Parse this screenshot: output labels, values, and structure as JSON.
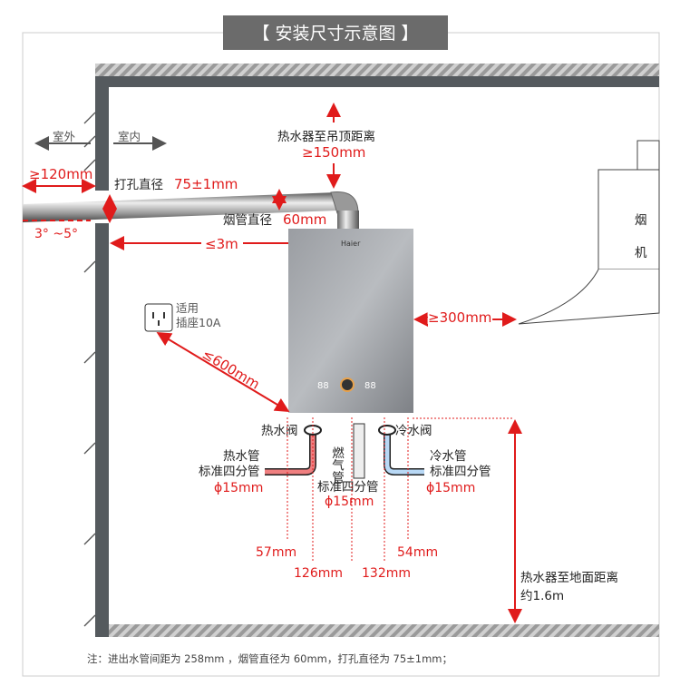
{
  "title": "【 安装尺寸示意图 】",
  "labels": {
    "outdoor": "室外",
    "indoor": "室内",
    "outside_min": "≥120mm",
    "hole_label": "打孔直径",
    "hole_value": "75±1mm",
    "slope": "3° ~5°",
    "ceiling_label": "热水器至吊顶距离",
    "ceiling_value": "≥150mm",
    "flue_label": "烟管直径",
    "flue_value": "60mm",
    "pipe_length": "≤3m",
    "brand": "Haier",
    "socket_line1": "适用",
    "socket_line2": "插座10A",
    "socket_distance": "≤600mm",
    "hood_distance": "≥300mm",
    "hood_line1": "烟",
    "hood_line2": "机",
    "display_left": "88",
    "display_right": "88",
    "hot_valve": "热水阀",
    "cold_valve": "冷水阀",
    "gas_pipe": "燃气管",
    "hot_pipe_line1": "热水管",
    "hot_pipe_line2": "标准四分管",
    "hot_pipe_dia": "ϕ15mm",
    "gas_pipe_line2": "标准四分管",
    "gas_pipe_dia": "ϕ15mm",
    "cold_pipe_line1": "冷水管",
    "cold_pipe_line2": "标准四分管",
    "cold_pipe_dia": "ϕ15mm",
    "dim_57": "57mm",
    "dim_126": "126mm",
    "dim_132": "132mm",
    "dim_54": "54mm",
    "floor_label": "热水器至地面距离",
    "floor_value": "约1.6m"
  },
  "note": "注：进出水管间距为 258mm ，烟管直径为 60mm，打孔直径为 75±1mm；",
  "colors": {
    "accent": "#e01b1b",
    "wall": "#555a5e",
    "title_bg": "#6b6b6b"
  }
}
